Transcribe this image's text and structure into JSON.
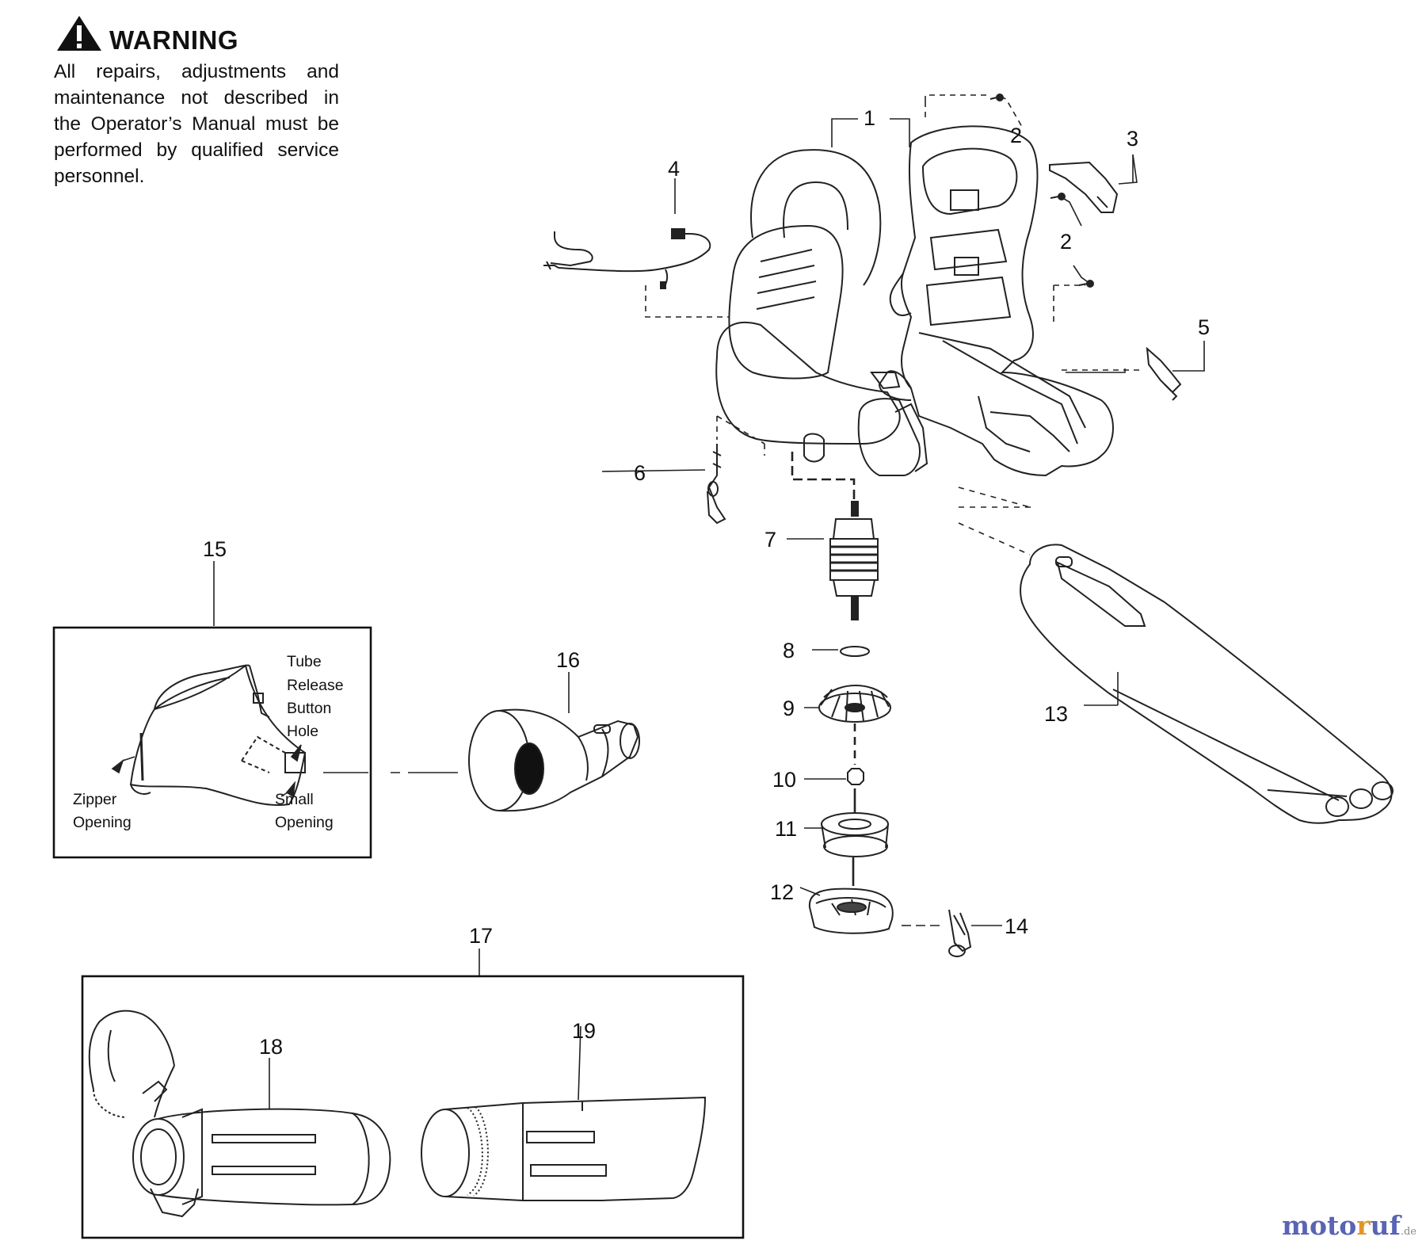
{
  "warning": {
    "title": "WARNING",
    "text": "All repairs, adjustments and maintenance not described in the Operator’s Manual must be performed by qualified service personnel."
  },
  "callouts": {
    "n1": "1",
    "n2a": "2",
    "n2b": "2",
    "n3": "3",
    "n4": "4",
    "n5": "5",
    "n6": "6",
    "n7": "7",
    "n8": "8",
    "n9": "9",
    "n10": "10",
    "n11": "11",
    "n12": "12",
    "n13": "13",
    "n14": "14",
    "n15": "15",
    "n16": "16",
    "n17": "17",
    "n18": "18",
    "n19": "19"
  },
  "bag_labels": {
    "tube_1": "Tube",
    "tube_2": "Release",
    "tube_3": "Button",
    "tube_4": "Hole",
    "zipper_1": "Zipper",
    "zipper_2": "Opening",
    "small_1": "Small",
    "small_2": "Opening"
  },
  "watermark": {
    "main_a": "moto",
    "main_b": "r",
    "main_c": "uf",
    "suffix": ".de"
  }
}
